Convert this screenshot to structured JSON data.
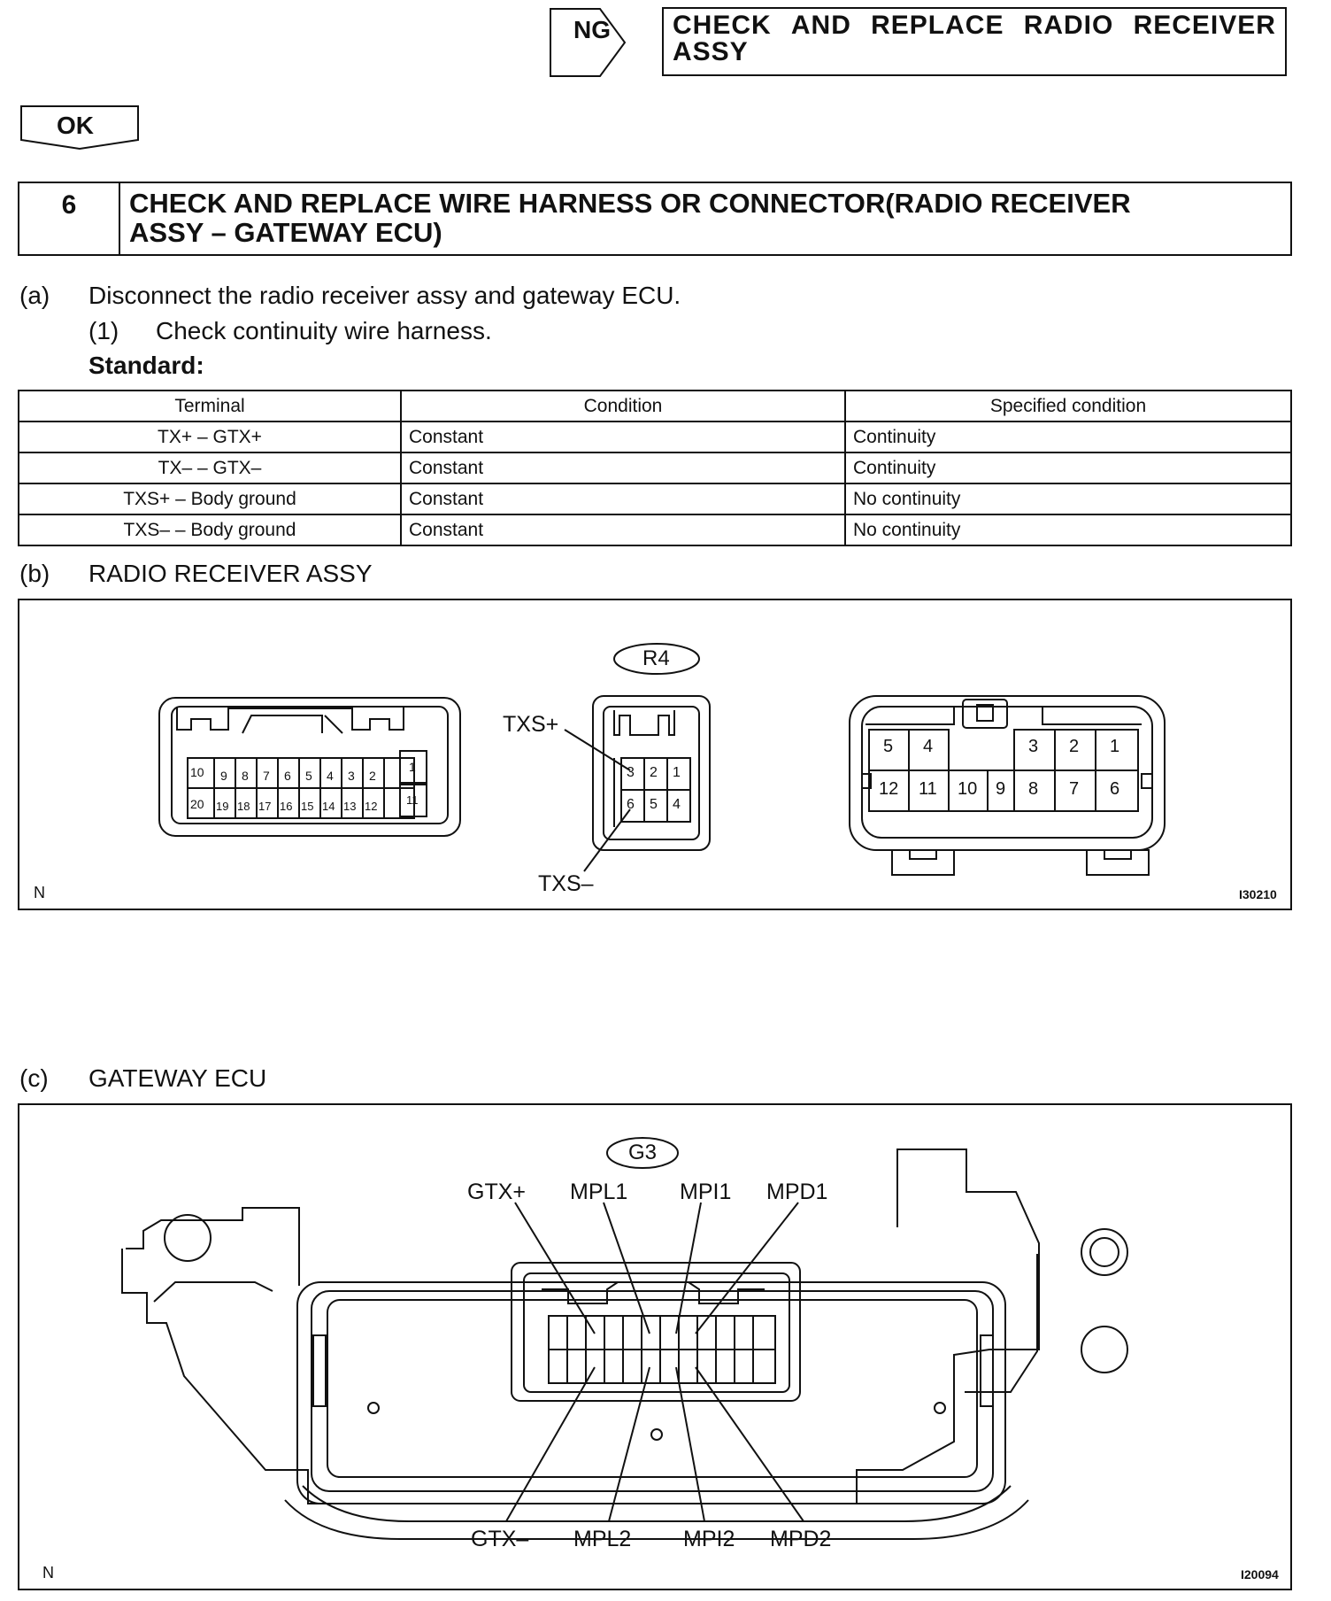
{
  "ng_branch": {
    "label": "NG",
    "action_line1_words": [
      "CHECK",
      "AND",
      "REPLACE",
      "RADIO",
      "RECEIVER"
    ],
    "action_line2": "ASSY"
  },
  "ok_branch": {
    "label": "OK"
  },
  "step": {
    "number": "6",
    "title_line1": "CHECK AND REPLACE WIRE HARNESS OR CONNECTOR(RADIO RECEIVER",
    "title_line2": "ASSY – GATEWAY ECU)"
  },
  "instructions": {
    "a_marker": "(a)",
    "a_text": "Disconnect the radio receiver assy and gateway ECU.",
    "sub1_marker": "(1)",
    "sub1_text": "Check continuity wire harness.",
    "standard_label": "Standard:"
  },
  "table": {
    "headers": [
      "Terminal",
      "Condition",
      "Specified condition"
    ],
    "rows": [
      [
        "TX+ – GTX+",
        "Constant",
        "Continuity"
      ],
      [
        "TX– – GTX–",
        "Constant",
        "Continuity"
      ],
      [
        "TXS+ – Body ground",
        "Constant",
        "No continuity"
      ],
      [
        "TXS– – Body ground",
        "Constant",
        "No continuity"
      ]
    ]
  },
  "section_b": {
    "marker": "(b)",
    "title": "RADIO RECEIVER ASSY",
    "connector_code": "R4",
    "label_txs_plus": "TXS+",
    "label_txs_minus": "TXS–",
    "corner_note": "N",
    "figure_id": "I30210",
    "left_connector_top_row": [
      "10",
      "9",
      "8",
      "7",
      "6",
      "5",
      "4",
      "3",
      "2",
      "1"
    ],
    "left_connector_bottom_row": [
      "20",
      "19",
      "18",
      "17",
      "16",
      "15",
      "14",
      "13",
      "12",
      "11"
    ],
    "mid_connector_top_row": [
      "3",
      "2",
      "1"
    ],
    "mid_connector_bottom_row": [
      "6",
      "5",
      "4"
    ],
    "right_connector_top_row": [
      "5",
      "4",
      "3",
      "2",
      "1"
    ],
    "right_connector_bottom_row": [
      "12",
      "11",
      "10",
      "9",
      "8",
      "7",
      "6"
    ]
  },
  "section_c": {
    "marker": "(c)",
    "title": "GATEWAY ECU",
    "connector_code": "G3",
    "top_labels": [
      "GTX+",
      "MPL1",
      "MPI1",
      "MPD1"
    ],
    "bottom_labels": [
      "GTX–",
      "MPL2",
      "MPI2",
      "MPD2"
    ],
    "corner_note": "N",
    "figure_id": "I20094"
  }
}
